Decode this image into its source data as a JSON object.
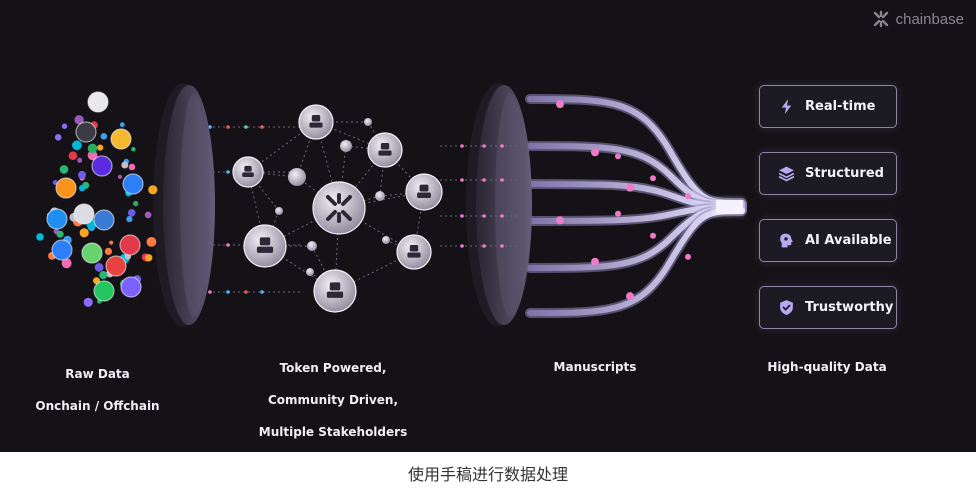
{
  "brand": {
    "name": "chainbase",
    "icon": "chainbase-logo-icon"
  },
  "stages": {
    "raw": {
      "line1": "Raw Data",
      "line2": "Onchain / Offchain"
    },
    "network": {
      "line1": "Token Powered,",
      "line2": "Community Driven,",
      "line3": "Multiple Stakeholders"
    },
    "manuscripts": {
      "label": "Manuscripts"
    },
    "quality": {
      "label": "High-quality Data"
    }
  },
  "qualities": [
    {
      "label": "Real-time",
      "icon": "lightning-icon"
    },
    {
      "label": "Structured",
      "icon": "layers-icon"
    },
    {
      "label": "AI Available",
      "icon": "brain-head-icon"
    },
    {
      "label": "Trustworthy",
      "icon": "shield-check-icon"
    }
  ],
  "caption": "使用手稿进行数据处理",
  "colors": {
    "background": "#141216",
    "lens": "#3a3548",
    "fiber": "#c9c2ee",
    "node": "#d8d4e2",
    "accent_pink": "#f07ac8",
    "box_border": "#8f86a6"
  }
}
